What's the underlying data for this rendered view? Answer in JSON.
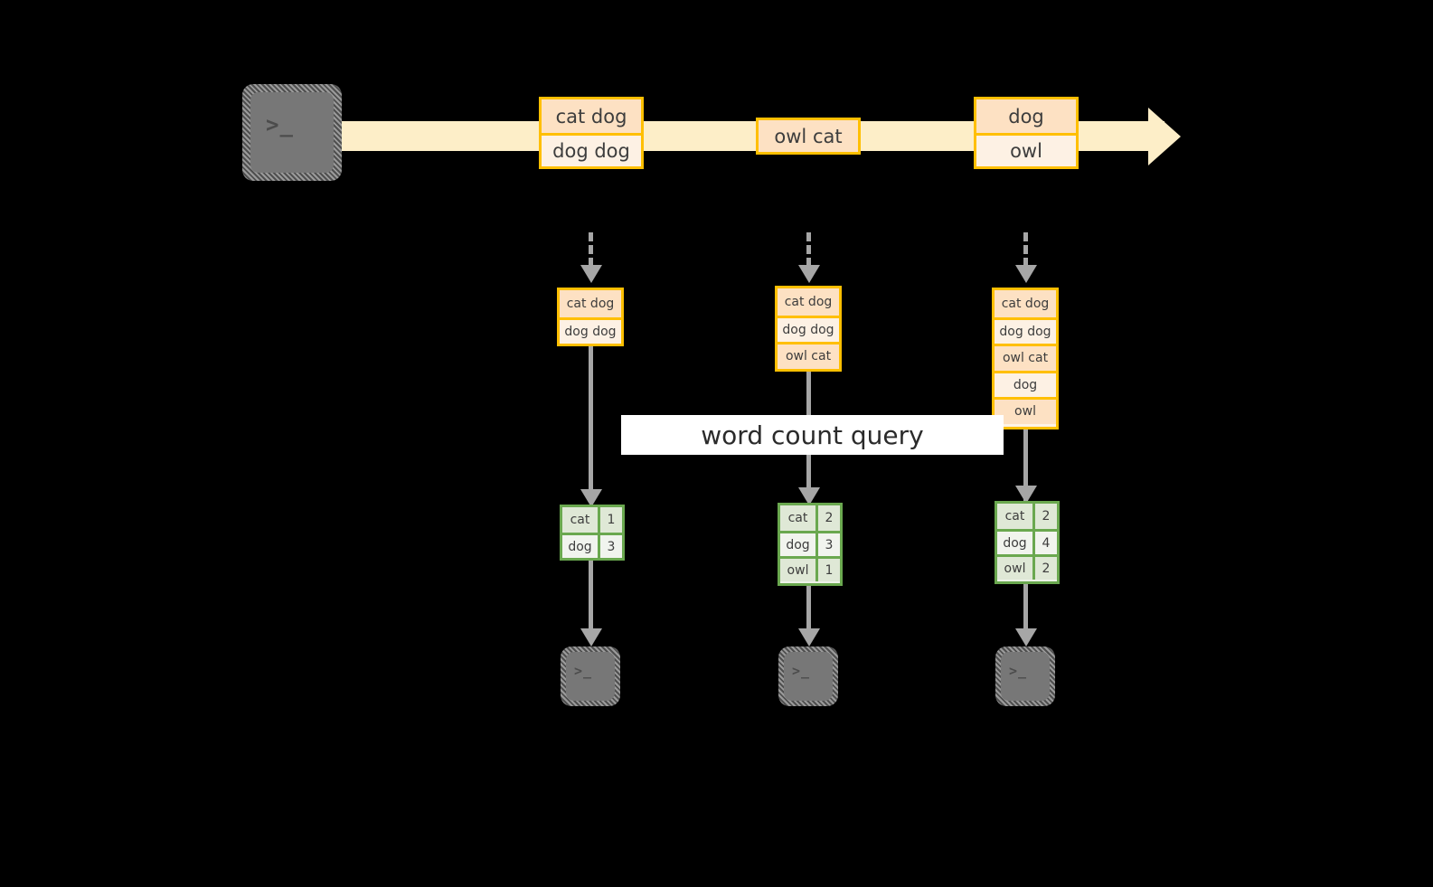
{
  "diagram": {
    "title": "word count query streaming diagram",
    "colors": {
      "background": "#000000",
      "stream_band": "#fdeec8",
      "record_border": "#ffbf00",
      "record_fill_dark": "#fde1c3",
      "record_fill_light": "#fdf1e4",
      "table_border": "#6aa84f",
      "table_fill_dark": "#dfe8d6",
      "table_fill_light": "#f1f4ee",
      "arrow": "#a6a6a6",
      "terminal_face": "#777777",
      "label_background": "#ffffff"
    },
    "query_label": "word count query",
    "terminal_glyph": ">_",
    "source_terminal": {
      "name": "producer-terminal",
      "glyph": ">_"
    },
    "stream": {
      "name": "input-stream",
      "groups": [
        {
          "rows": [
            {
              "text": "cat dog",
              "shade": "dark"
            },
            {
              "text": "dog dog",
              "shade": "light"
            }
          ]
        },
        {
          "rows": [
            {
              "text": "owl cat",
              "shade": "dark"
            }
          ]
        },
        {
          "rows": [
            {
              "text": "dog",
              "shade": "dark"
            },
            {
              "text": "owl",
              "shade": "light"
            }
          ]
        }
      ]
    },
    "snapshots": [
      {
        "name": "snapshot-1",
        "input_rows": [
          {
            "text": "cat dog",
            "shade": "dark"
          },
          {
            "text": "dog dog",
            "shade": "light"
          }
        ],
        "result_rows": [
          {
            "word": "cat",
            "count": "1",
            "shade": "dark"
          },
          {
            "word": "dog",
            "count": "3",
            "shade": "light"
          }
        ],
        "consumer_glyph": ">_"
      },
      {
        "name": "snapshot-2",
        "input_rows": [
          {
            "text": "cat dog",
            "shade": "dark"
          },
          {
            "text": "dog dog",
            "shade": "light"
          },
          {
            "text": "owl cat",
            "shade": "dark"
          }
        ],
        "result_rows": [
          {
            "word": "cat",
            "count": "2",
            "shade": "dark"
          },
          {
            "word": "dog",
            "count": "3",
            "shade": "light"
          },
          {
            "word": "owl",
            "count": "1",
            "shade": "dark"
          }
        ],
        "consumer_glyph": ">_"
      },
      {
        "name": "snapshot-3",
        "input_rows": [
          {
            "text": "cat dog",
            "shade": "dark"
          },
          {
            "text": "dog dog",
            "shade": "light"
          },
          {
            "text": "owl cat",
            "shade": "dark"
          },
          {
            "text": "dog",
            "shade": "light"
          },
          {
            "text": "owl",
            "shade": "dark"
          }
        ],
        "result_rows": [
          {
            "word": "cat",
            "count": "2",
            "shade": "dark"
          },
          {
            "word": "dog",
            "count": "4",
            "shade": "light"
          },
          {
            "word": "owl",
            "count": "2",
            "shade": "dark"
          }
        ],
        "consumer_glyph": ">_"
      }
    ]
  }
}
